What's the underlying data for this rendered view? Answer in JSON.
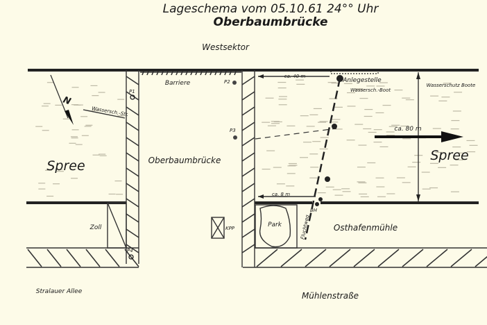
{
  "title": "Lageschema vom 05.10.61 24°° Uhr",
  "subtitle": "Oberbaumbrücke",
  "labels": {
    "westsektor": "Westsektor",
    "spree_left": "Spree",
    "spree_right": "Spree",
    "bridge": "Oberbaumbrücke",
    "barriere": "Barriere",
    "north": "N",
    "wasserschutz_left": "Wassersch.-Str.",
    "p1": "P1",
    "p2": "P2",
    "p3": "P3",
    "p4": "P4",
    "anlegestelle": "Anlegestelle",
    "wasserschutz_boot": "Wassersch.-Boot",
    "wasserschutz_boote": "Wasserschutz Boote",
    "dist_top": "ca. 40 m",
    "dist_width": "ca. 80 m",
    "dist_bottom": "ca. 8 m",
    "bh": "BH",
    "kpp": "KPP",
    "park": "Park",
    "fluchtweg": "Fluchtweg",
    "osthafenmuehle": "Osthafenmühle",
    "zoll": "Zoll",
    "stralauer_allee": "Stralauer Allee",
    "muehlenstrasse": "Mühlenstraße"
  },
  "colors": {
    "paper": "#fdfbe8",
    "ink": "#1a1a1a"
  }
}
